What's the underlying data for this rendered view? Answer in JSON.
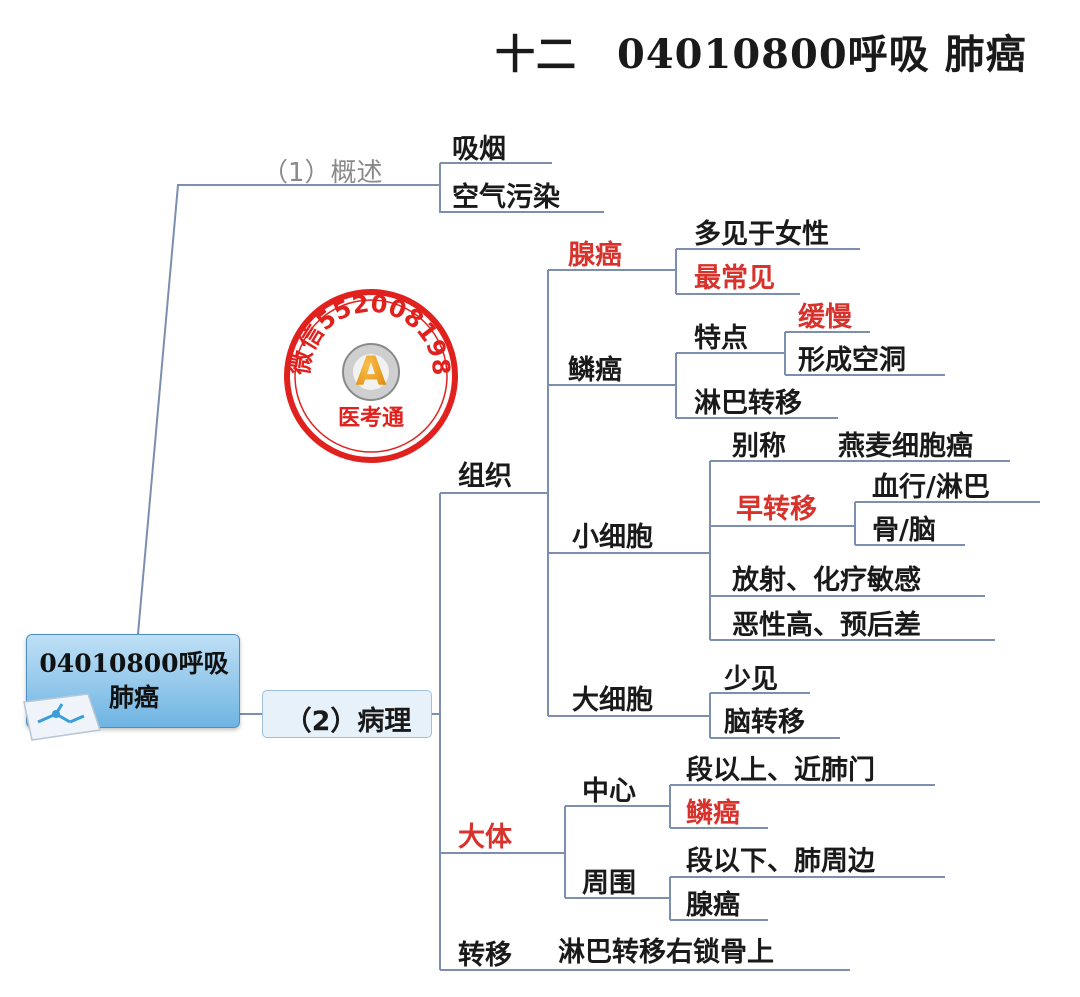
{
  "title": {
    "number": "十二",
    "text": "04010800呼吸 肺癌"
  },
  "root": {
    "label": "04010800呼吸\n肺癌"
  },
  "branch1": {
    "label": "（1）概述",
    "children": [
      "吸烟",
      "空气污染"
    ]
  },
  "branch2": {
    "label": "（2）病理",
    "zuzhi": {
      "label": "组织",
      "xianai": {
        "label": "腺癌",
        "children": [
          "多见于女性",
          "最常见"
        ]
      },
      "linai": {
        "label": "鳞癌",
        "tedian": {
          "label": "特点",
          "children": [
            "缓慢",
            "形成空洞"
          ]
        },
        "other": "淋巴转移"
      },
      "xiaoxibao": {
        "label": "小细胞",
        "biecheng": {
          "label": "别称",
          "value": "燕麦细胞癌"
        },
        "zaozhuanyi": {
          "label": "早转移",
          "children": [
            "血行/淋巴",
            "骨/脑"
          ]
        },
        "others": [
          "放射、化疗敏感",
          "恶性高、预后差"
        ]
      },
      "daxibao": {
        "label": "大细胞",
        "children": [
          "少见",
          "脑转移"
        ]
      }
    },
    "dati": {
      "label": "大体",
      "zhongxin": {
        "label": "中心",
        "children": [
          "段以上、近肺门",
          "鳞癌"
        ]
      },
      "zhouwei": {
        "label": "周围",
        "children": [
          "段以下、肺周边",
          "腺癌"
        ]
      }
    },
    "zhuanyi": {
      "label": "转移",
      "value": "淋巴转移右锁骨上"
    }
  },
  "stamp": {
    "top_text": "微信552008198",
    "bottom_text": "医考通",
    "logo": "A"
  },
  "colors": {
    "highlight": "#d8322c",
    "line": "#7c8fb0",
    "root_fill": "#6fb4e3",
    "stamp_red": "#e0211d"
  }
}
